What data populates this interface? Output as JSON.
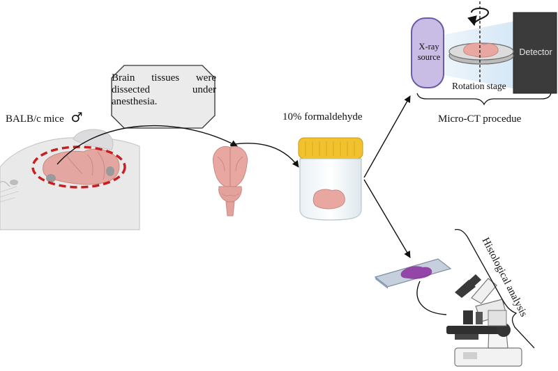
{
  "labels": {
    "callout": "Brain tissues were dissected under anesthesia.",
    "mice": "BALB/c mice",
    "male_symbol": "♂",
    "formaldehyde": "10% formaldehyde",
    "xray_source": "X-ray source",
    "detector": "Detector",
    "rotation_stage": "Rotation stage",
    "micro_ct": "Micro-CT procedue",
    "histology": "Histological analysis"
  },
  "colors": {
    "tissue": "#e8a7a0",
    "tissue_dark": "#cf8a84",
    "dashed_outline": "#c81e1e",
    "jar_lid": "#f2c12e",
    "xray_source": "#c9bde6",
    "detector": "#3b3b3b",
    "stain": "#8a2e9e"
  }
}
